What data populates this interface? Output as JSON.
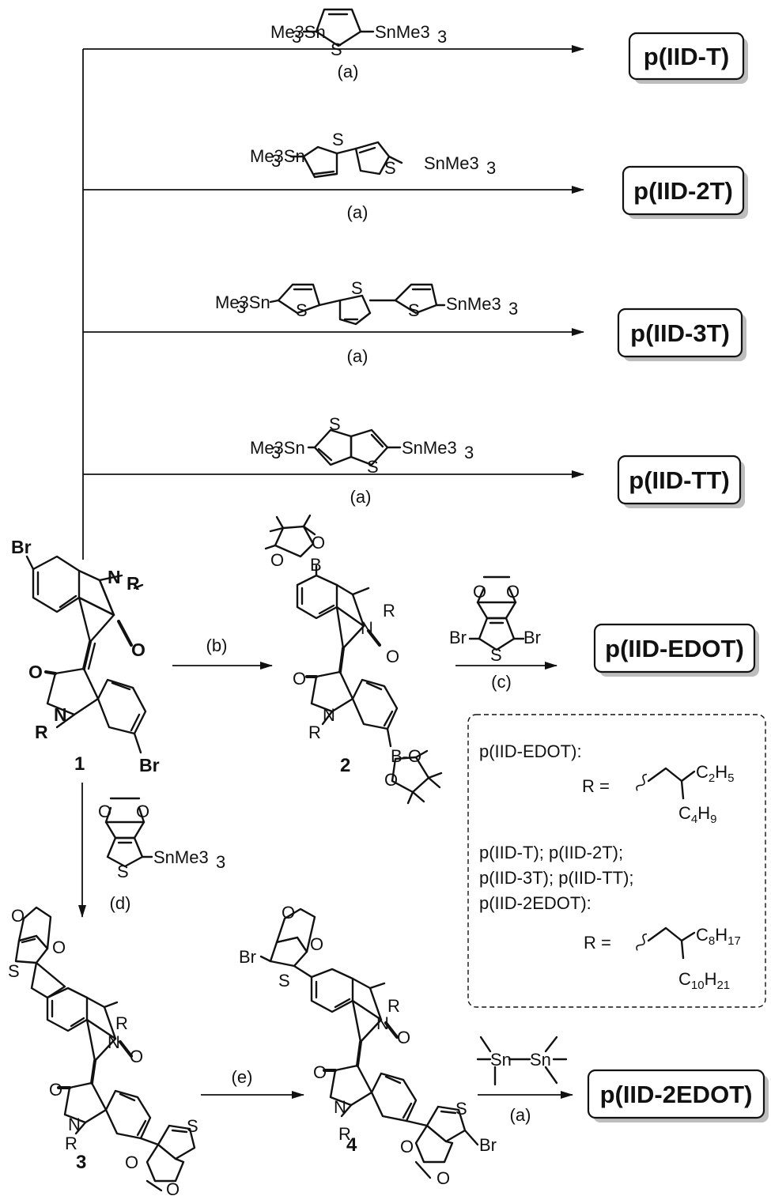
{
  "reagents": {
    "thiophene_distannane": {
      "left": "Me3Sn",
      "right": "SnMe3",
      "heteroatom": "S"
    },
    "bithiophene_distannane": {
      "left": "Me3Sn",
      "right": "SnMe3",
      "heteroatom": "S"
    },
    "terthiophene_distannane": {
      "left": "Me3Sn",
      "right": "SnMe3",
      "heteroatom": "S"
    },
    "thienothiophene_distannane": {
      "left": "Me3Sn",
      "right": "SnMe3",
      "heteroatom": "S"
    },
    "dibromo_edot": {
      "br": "Br",
      "o": "O",
      "s": "S"
    },
    "edot_stannane": {
      "sn": "SnMe3",
      "o": "O",
      "s": "S"
    },
    "hexamethylditin": {
      "sn": "Sn"
    }
  },
  "conditions": {
    "a": "(a)",
    "b": "(b)",
    "c": "(c)",
    "d": "(d)",
    "e": "(e)"
  },
  "products": {
    "iid_t": "p(IID-T)",
    "iid_2t": "p(IID-2T)",
    "iid_3t": "p(IID-3T)",
    "iid_tt": "p(IID-TT)",
    "iid_edot": "p(IID-EDOT)",
    "iid_2edot": "p(IID-2EDOT)"
  },
  "compounds": {
    "c1": "1",
    "c2": "2",
    "c3": "3",
    "c4": "4"
  },
  "atoms": {
    "br": "Br",
    "n": "N",
    "o": "O",
    "r": "R",
    "s": "S",
    "b": "B",
    "bo": "B-O",
    "ob": "O-B"
  },
  "legend": {
    "edot_header": "p(IID-EDOT):",
    "r_eq": "R =",
    "edot_sub1": "C2H5",
    "edot_sub2": "C4H9",
    "others_line1": "p(IID-T); p(IID-2T);",
    "others_line2": "p(IID-3T); p(IID-TT);",
    "others_line3": "p(IID-2EDOT):",
    "others_sub1": "C8H17",
    "others_sub2": "C10H21"
  }
}
